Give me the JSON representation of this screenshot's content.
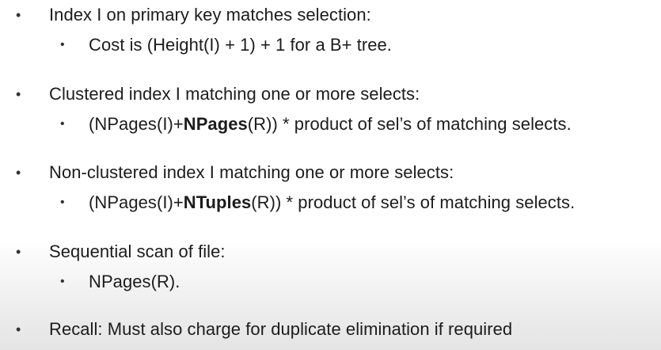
{
  "bullets": [
    {
      "text": "Index I on primary key matches selection:",
      "sub": {
        "pre": "Cost is (Height(I) + 1) + 1 for a B+ tree.",
        "bold": "",
        "post": ""
      }
    },
    {
      "text": "Clustered index I matching one or more selects:",
      "sub": {
        "pre": "(NPages(I)+",
        "bold": "NPages",
        "post": "(R)) * product of sel’s of matching selects."
      }
    },
    {
      "text": "Non-clustered index I matching one or more selects:",
      "sub": {
        "pre": "(NPages(I)+",
        "bold": "NTuples",
        "post": "(R)) * product of sel’s of matching selects."
      }
    },
    {
      "text": "Sequential scan of file:",
      "sub": {
        "pre": "NPages(R).",
        "bold": "",
        "post": ""
      }
    },
    {
      "text": "Recall: Must also charge for duplicate elimination if required"
    }
  ],
  "bullet_glyph": "•"
}
